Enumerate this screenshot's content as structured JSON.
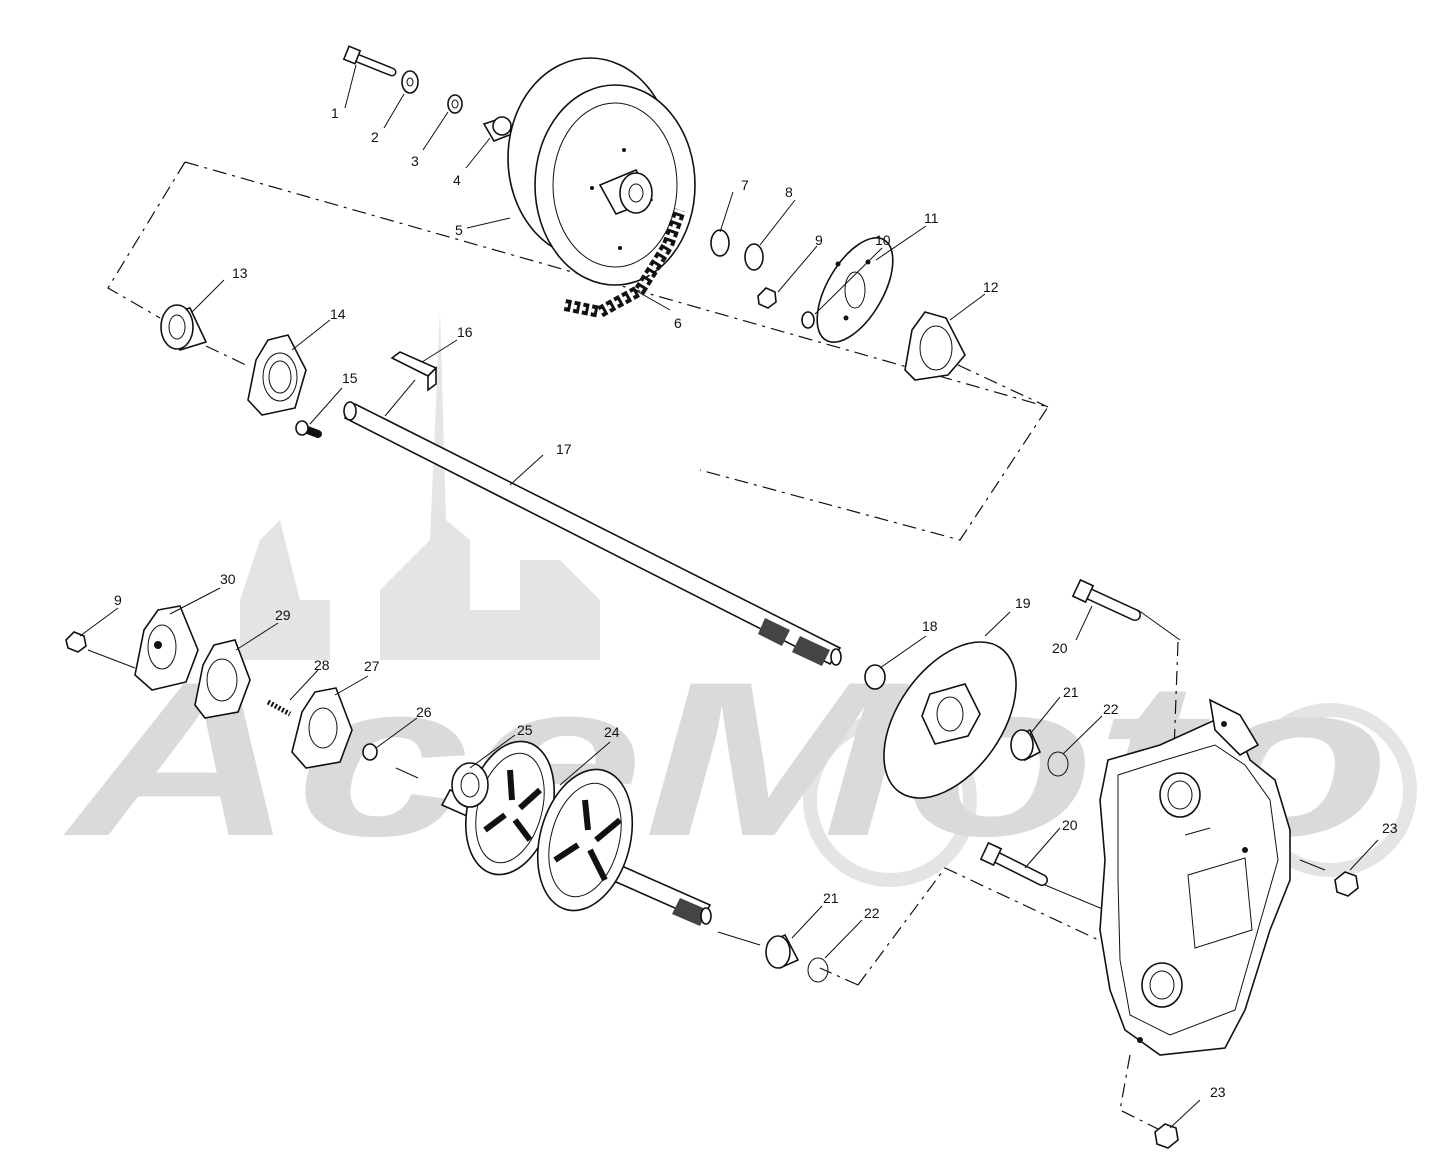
{
  "watermark": {
    "text": "AceMoto",
    "color": "#d6d6d6"
  },
  "callouts": [
    {
      "id": "c1",
      "label": "1"
    },
    {
      "id": "c2",
      "label": "2"
    },
    {
      "id": "c3",
      "label": "3"
    },
    {
      "id": "c4",
      "label": "4"
    },
    {
      "id": "c5",
      "label": "5"
    },
    {
      "id": "c6",
      "label": "6"
    },
    {
      "id": "c7",
      "label": "7"
    },
    {
      "id": "c8",
      "label": "8"
    },
    {
      "id": "c9a",
      "label": "9"
    },
    {
      "id": "c10",
      "label": "10"
    },
    {
      "id": "c11",
      "label": "11"
    },
    {
      "id": "c12",
      "label": "12"
    },
    {
      "id": "c13",
      "label": "13"
    },
    {
      "id": "c14",
      "label": "14"
    },
    {
      "id": "c15",
      "label": "15"
    },
    {
      "id": "c16",
      "label": "16"
    },
    {
      "id": "c17",
      "label": "17"
    },
    {
      "id": "c18",
      "label": "18"
    },
    {
      "id": "c19",
      "label": "19"
    },
    {
      "id": "c20a",
      "label": "20"
    },
    {
      "id": "c21a",
      "label": "21"
    },
    {
      "id": "c22a",
      "label": "22"
    },
    {
      "id": "c20b",
      "label": "20"
    },
    {
      "id": "c23a",
      "label": "23"
    },
    {
      "id": "c9b",
      "label": "9"
    },
    {
      "id": "c30",
      "label": "30"
    },
    {
      "id": "c29",
      "label": "29"
    },
    {
      "id": "c28",
      "label": "28"
    },
    {
      "id": "c27",
      "label": "27"
    },
    {
      "id": "c26",
      "label": "26"
    },
    {
      "id": "c25",
      "label": "25"
    },
    {
      "id": "c24",
      "label": "24"
    },
    {
      "id": "c21b",
      "label": "21"
    },
    {
      "id": "c22b",
      "label": "22"
    },
    {
      "id": "c23b",
      "label": "23"
    }
  ]
}
